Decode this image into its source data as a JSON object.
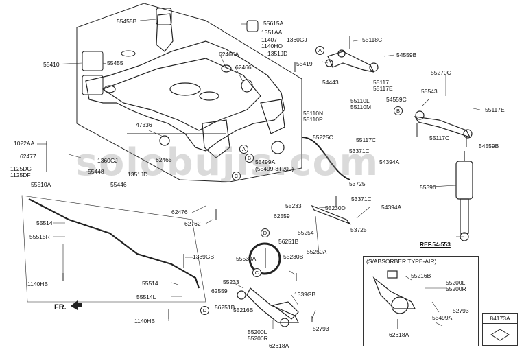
{
  "watermark": "solobujis.com",
  "section_label": "(S/ABSORBER TYPE-AIR)",
  "ref_label": "REF.54-553",
  "direction_label": "FR.",
  "figure_code": "84173A",
  "circle_markers": [
    "A",
    "B",
    "C",
    "D"
  ],
  "parts": {
    "p55455B": "55455B",
    "p55615A": "55615A",
    "p1351AA": "1351AA",
    "p1360GJ_t": "1360GJ",
    "p11407": "11407",
    "p1140HO": "1140HO",
    "p55118C": "55118C",
    "p54559B_t": "54559B",
    "p55410": "55410",
    "p55455": "55455",
    "p62466A": "62466A",
    "p1351JD_t": "1351JD",
    "p55419": "55419",
    "p62466": "62466",
    "p54443": "54443",
    "p55117": "55117",
    "p55117E": "55117E",
    "p55110L": "55110L",
    "p55110M": "55110M",
    "p55270C": "55270C",
    "p55543": "55543",
    "p54559C": "54559C",
    "p55117E_r": "55117E",
    "p55110N": "55110N",
    "p55110P": "55110P",
    "p47336": "47336",
    "p1022AA": "1022AA",
    "p62477": "62477",
    "p55225C": "55225C",
    "p55117C": "55117C",
    "p55117C_r": "55117C",
    "p54559B_r": "54559B",
    "p53371C_t": "53371C",
    "p54394A_t": "54394A",
    "p1360GJ_m": "1360GJ",
    "p62465": "62465",
    "p55499A": "55499A",
    "p55499_3T200": "(55499-3T200)",
    "p1125DG": "1125DG",
    "p1125DF": "1125DF",
    "p55448": "55448",
    "p1351JD_m": "1351JD",
    "p55446": "55446",
    "p53725_t": "53725",
    "p55396": "55396",
    "p55510A": "55510A",
    "p55233_t": "55233",
    "p55230D": "55230D",
    "p53371C_m": "53371C",
    "p54394A_m": "54394A",
    "p62476": "62476",
    "p62559_t": "62559",
    "p56251B_t": "56251B",
    "p53725_m": "53725",
    "p62762": "62762",
    "p55514_t": "55514",
    "p55254": "55254",
    "p55515R": "55515R",
    "p55250A": "55250A",
    "p1339GB_t": "1339GB",
    "p55530A": "55530A",
    "p55230B": "55230B",
    "p55216B_r": "55216B",
    "p55200L_r": "55200L",
    "p55200R_r": "55200R",
    "p1140HB_l": "1140HB",
    "p55514_m": "55514",
    "p55233_b": "55233",
    "p62559_b": "62559",
    "p55514L": "55514L",
    "p1339GB_b": "1339GB",
    "p56251B_b": "56251B",
    "p55216B_b": "55216B",
    "p55499A_r": "55499A",
    "p52793_r": "52793",
    "p1140HB_b": "1140HB",
    "p52793_b": "52793",
    "p55200L_b": "55200L",
    "p55200R_b": "55200R",
    "p62618A_b": "62618A",
    "p62618A_r": "62618A"
  }
}
